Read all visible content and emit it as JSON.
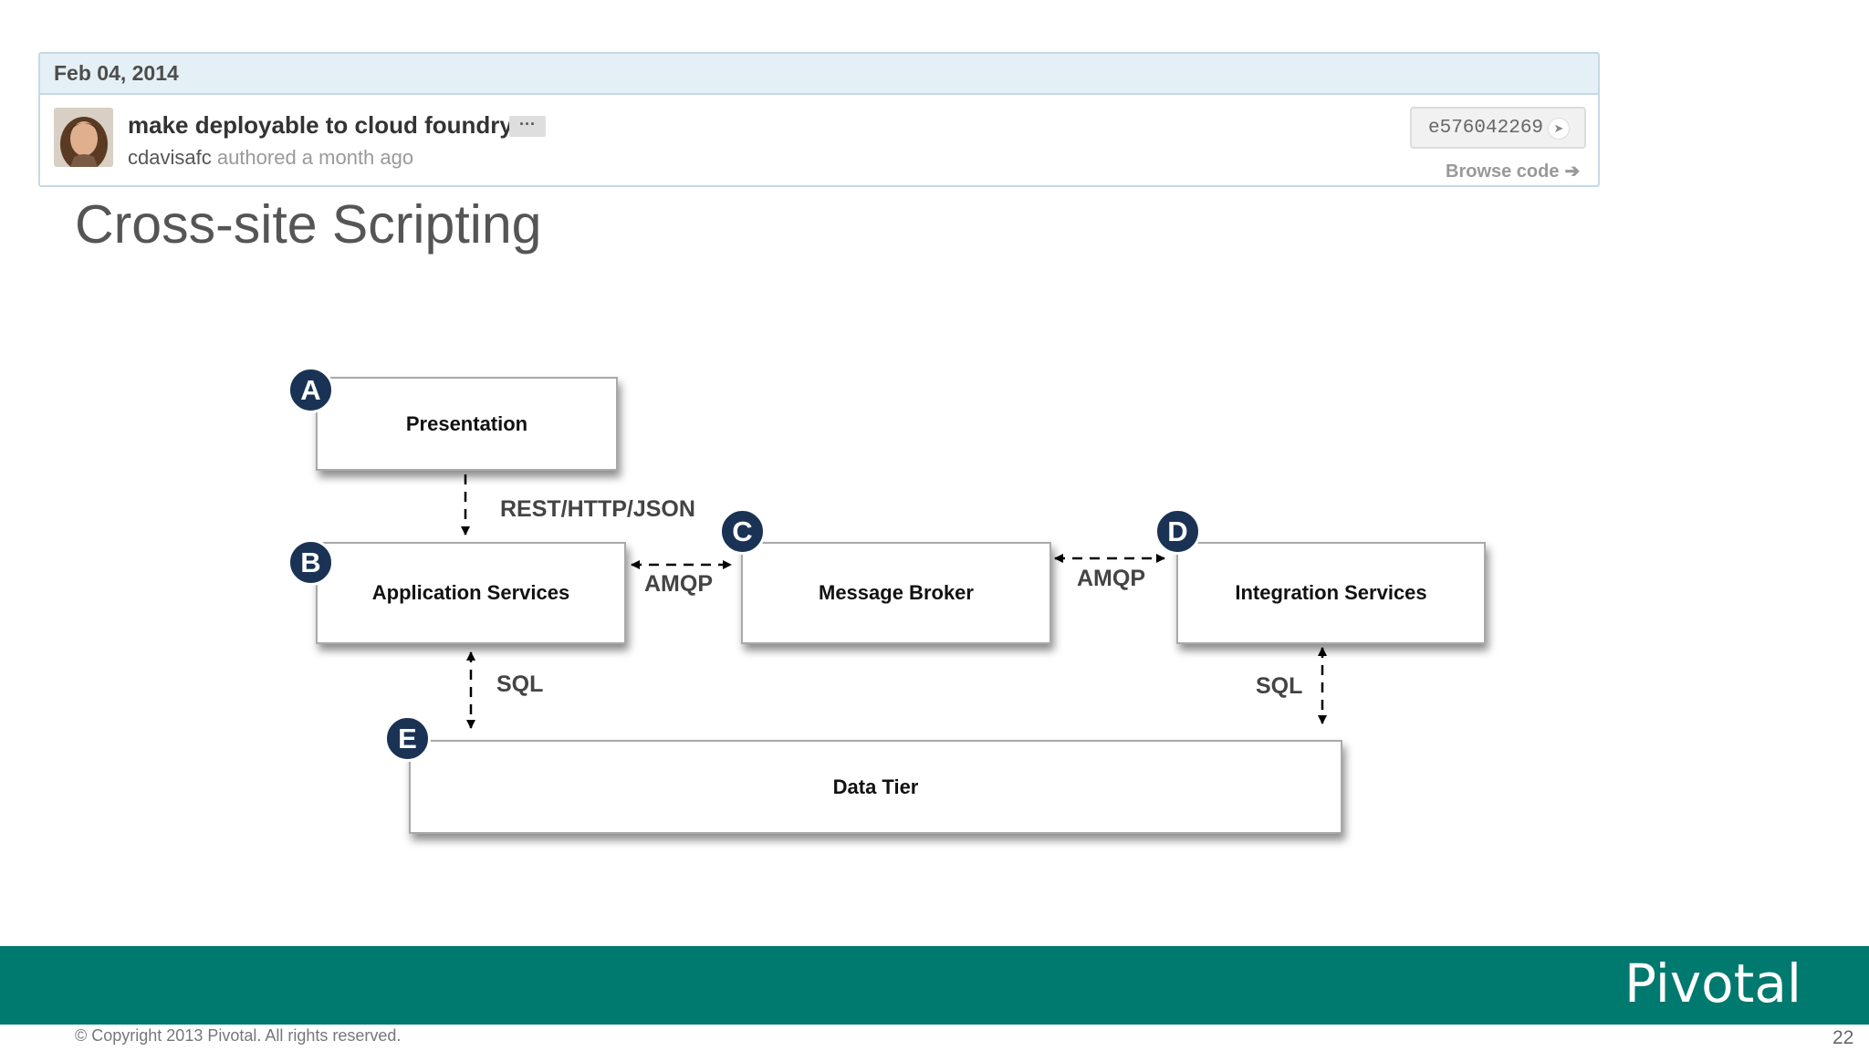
{
  "commit": {
    "date": "Feb 04, 2014",
    "message": "make deployable to cloud foundry",
    "ellipsis": "···",
    "author": "cdavisafc",
    "authored_text": " authored a month ago",
    "sha": "e576042269",
    "browse_label": "Browse code",
    "browse_icon": "arrow-right-icon"
  },
  "slide": {
    "title": "Cross-site Scripting",
    "page_number": "22",
    "copyright": "© Copyright 2013 Pivotal. All rights reserved.",
    "logo_text": "Pivotal",
    "brand_color": "#00796f",
    "badge_color": "#1a3355"
  },
  "diagram": {
    "nodes": [
      {
        "id": "presentation",
        "badge": "A",
        "label": "Presentation"
      },
      {
        "id": "application-services",
        "badge": "B",
        "label": "Application Services"
      },
      {
        "id": "message-broker",
        "badge": "C",
        "label": "Message Broker"
      },
      {
        "id": "integration-services",
        "badge": "D",
        "label": "Integration Services"
      },
      {
        "id": "data-tier",
        "badge": "E",
        "label": "Data Tier"
      }
    ],
    "edges": [
      {
        "from": "presentation",
        "to": "application-services",
        "label": "REST/HTTP/JSON",
        "style": "dashed",
        "direction": "one-way"
      },
      {
        "from": "application-services",
        "to": "message-broker",
        "label": "AMQP",
        "style": "dashed",
        "direction": "two-way"
      },
      {
        "from": "message-broker",
        "to": "integration-services",
        "label": "AMQP",
        "style": "dashed",
        "direction": "two-way"
      },
      {
        "from": "application-services",
        "to": "data-tier",
        "label": "SQL",
        "style": "dashed",
        "direction": "two-way"
      },
      {
        "from": "integration-services",
        "to": "data-tier",
        "label": "SQL",
        "style": "dashed",
        "direction": "two-way"
      }
    ]
  }
}
